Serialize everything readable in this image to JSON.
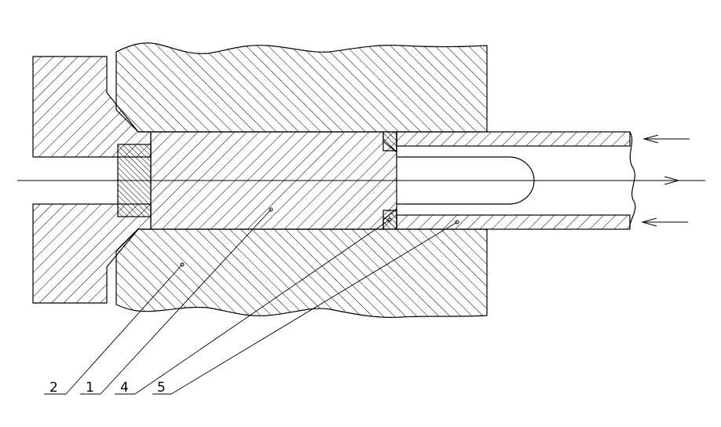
{
  "labels": {
    "part_2": "2",
    "part_1": "1",
    "part_4": "4",
    "part_5": "5"
  },
  "arrows": {
    "inflow_top": "left",
    "outflow_center": "right",
    "inflow_bottom": "left"
  },
  "colors": {
    "line": "#000000",
    "background": "#ffffff"
  }
}
